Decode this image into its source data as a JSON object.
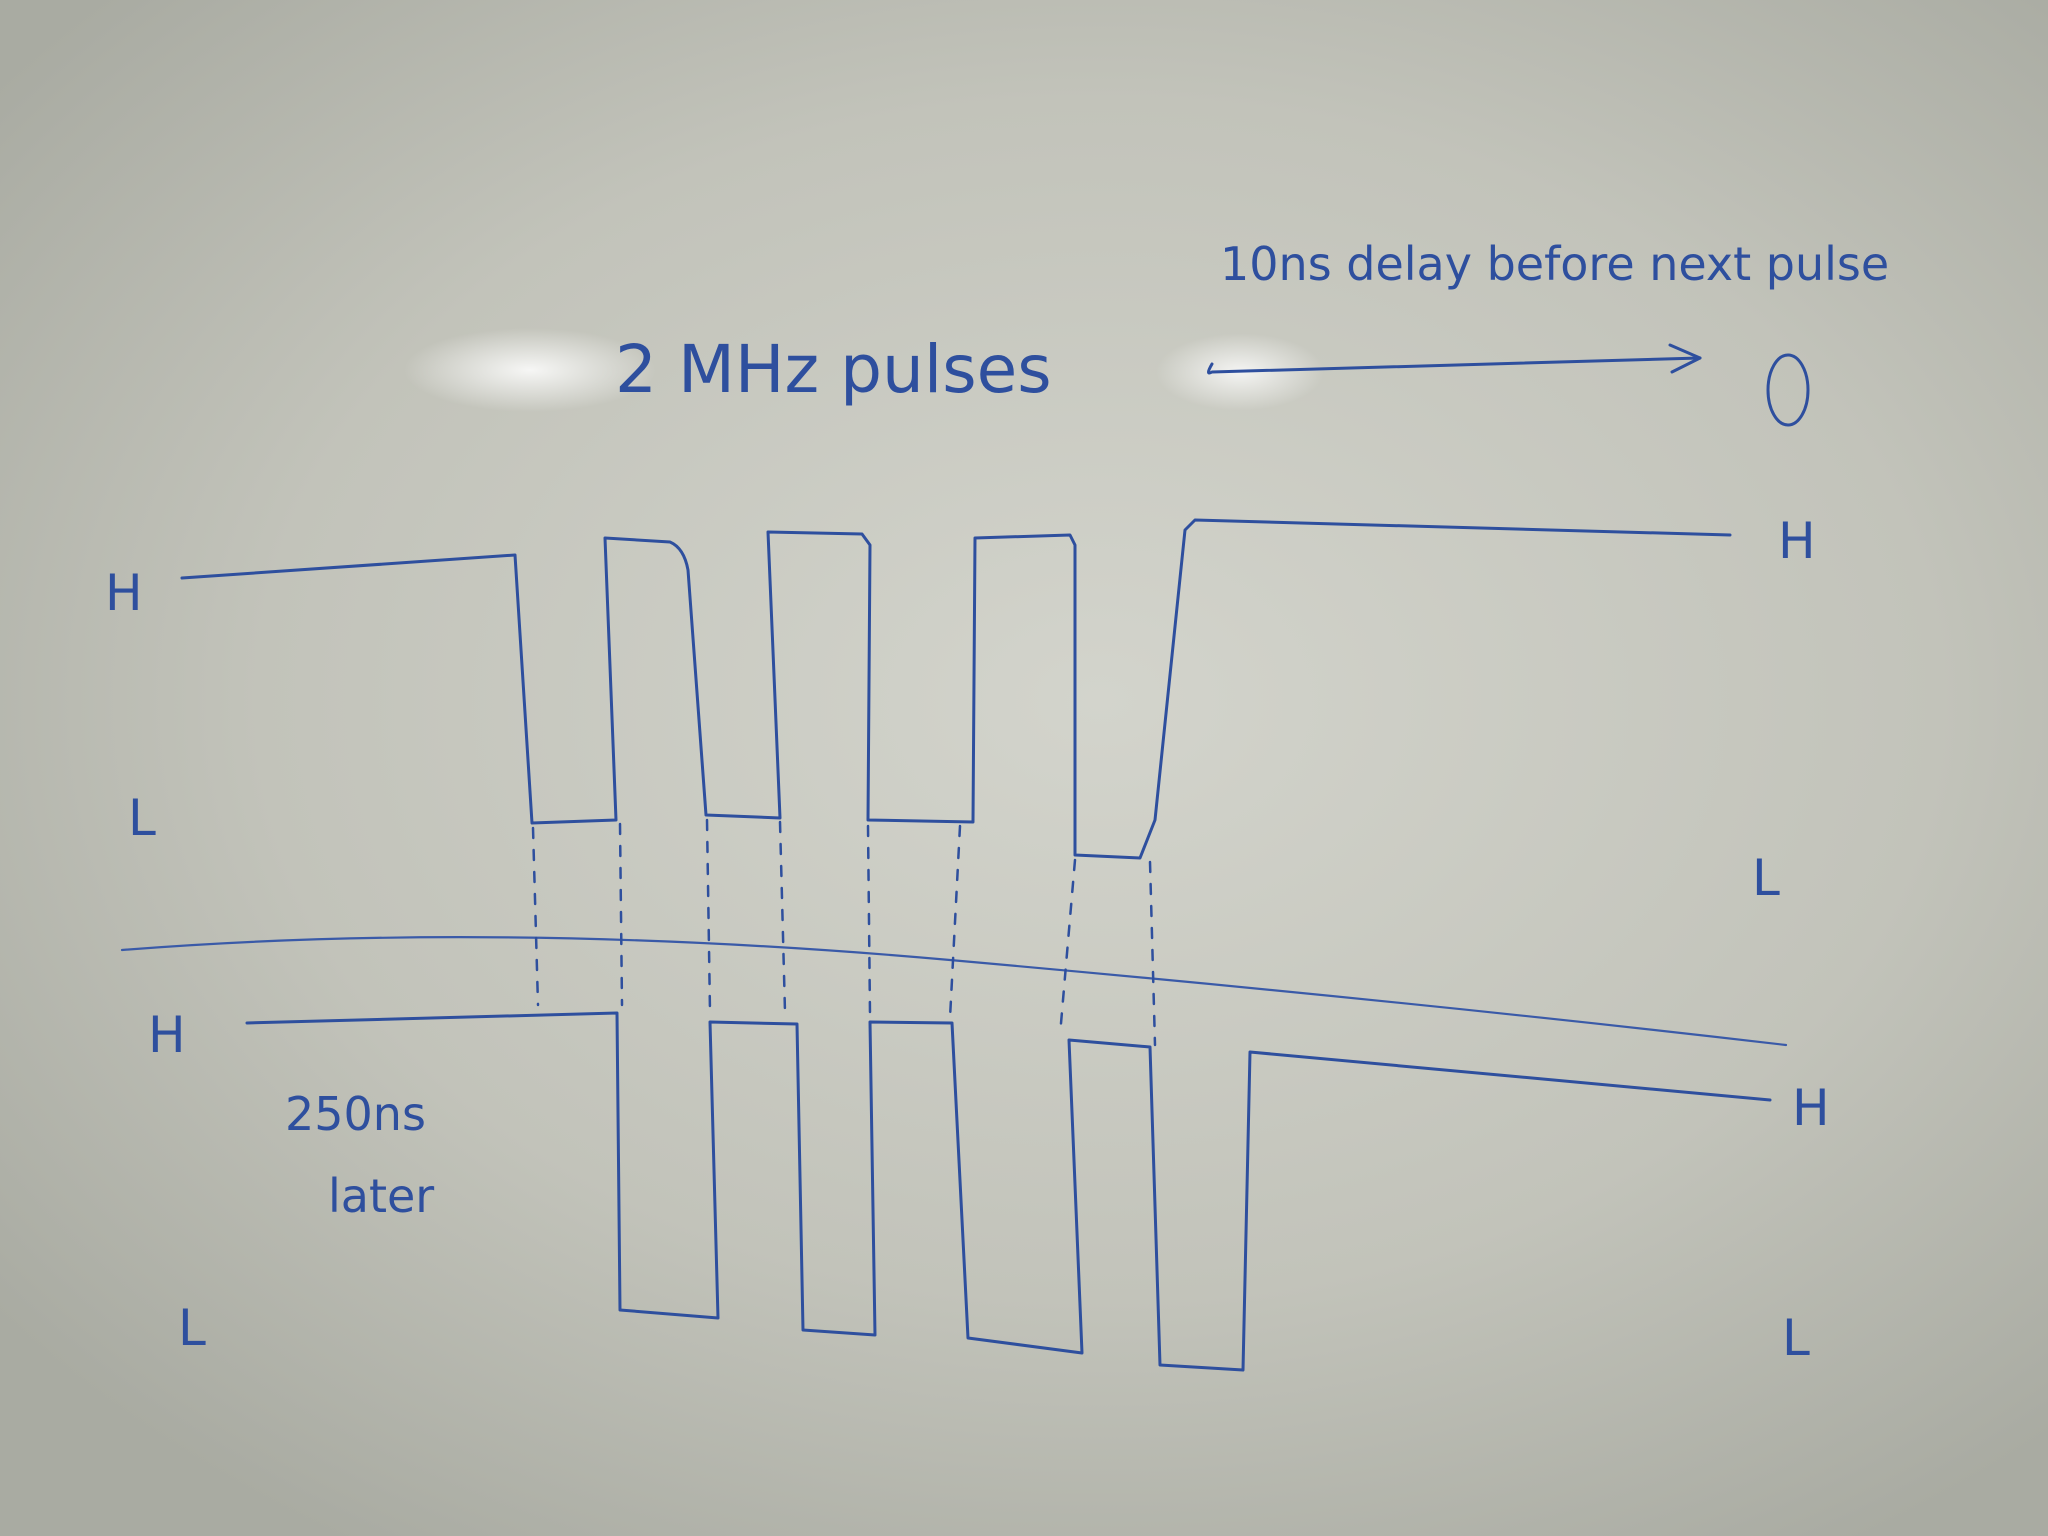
{
  "title": "2 MHz pulses",
  "delay_note": "10ns delay before next pulse",
  "arrow_end_glyph": "O",
  "offset_note_1": "250ns",
  "offset_note_2": "later",
  "levels": {
    "top_high_left": "H",
    "top_low_left": "L",
    "top_high_right": "H",
    "top_low_right": "L",
    "bottom_high_left": "H",
    "bottom_low_left": "L",
    "bottom_high_right": "H",
    "bottom_low_right": "L"
  },
  "colors": {
    "ink": "#2e4f9e",
    "board": "#c6c7be"
  }
}
